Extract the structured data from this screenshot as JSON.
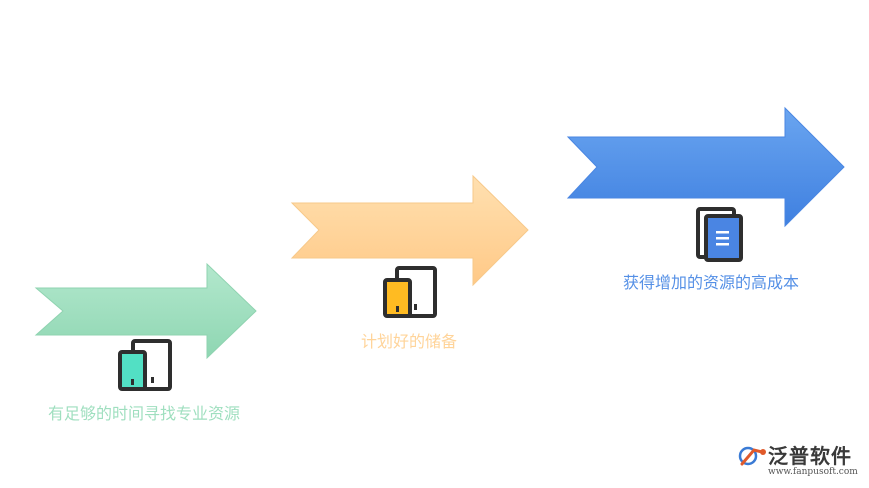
{
  "colors": {
    "step1": "#9fdfbf",
    "step1_icon": "#52e0c4",
    "step2": "#ffd49a",
    "step2_icon": "#ffbb22",
    "step3": "#5590e6",
    "step3_icon": "#4a85e3",
    "icon_stroke": "#2e2e2e"
  },
  "steps": [
    {
      "label": "有足够的时间寻找专业资源",
      "icon": "tablet-phone-icon"
    },
    {
      "label": "计划好的储备",
      "icon": "tablet-phone-icon"
    },
    {
      "label": "获得增加的资源的高成本",
      "icon": "document-stack-icon"
    }
  ],
  "logo": {
    "name": "泛普软件",
    "url": "www.fanpusoft.com"
  }
}
